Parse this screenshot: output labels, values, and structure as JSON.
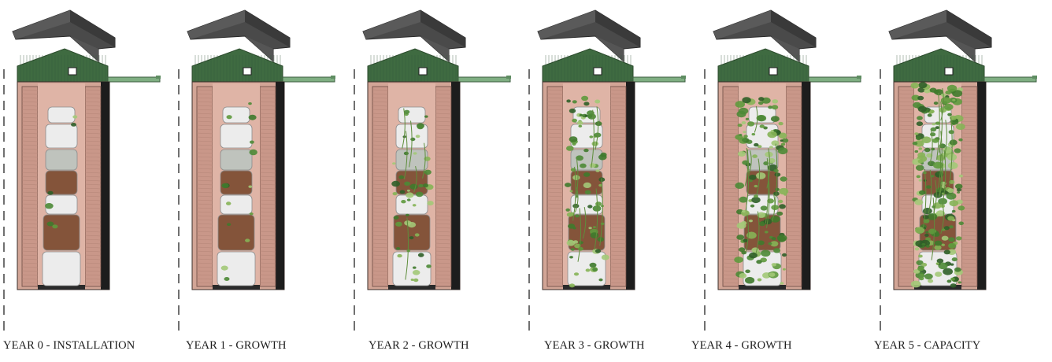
{
  "stages": [
    {
      "label": "YEAR 0 - INSTALLATION",
      "growth": 0
    },
    {
      "label": "YEAR 1 - GROWTH",
      "growth": 1
    },
    {
      "label": "YEAR 2 - GROWTH",
      "growth": 2
    },
    {
      "label": "YEAR 3 - GROWTH",
      "growth": 3
    },
    {
      "label": "YEAR 4 - GROWTH",
      "growth": 4
    },
    {
      "label": "YEAR 5 - CAPACITY",
      "growth": 5
    }
  ],
  "colors": {
    "roof_dark": "#4a4a4a",
    "roof_green": "#3f6b41",
    "gutter_green": "#7fae82",
    "brick": "#d2a596",
    "planter_white": "#ececec",
    "planter_grey": "#bfc3bd",
    "planter_brown": "#84543a",
    "plant_green": "#4c7d34"
  }
}
